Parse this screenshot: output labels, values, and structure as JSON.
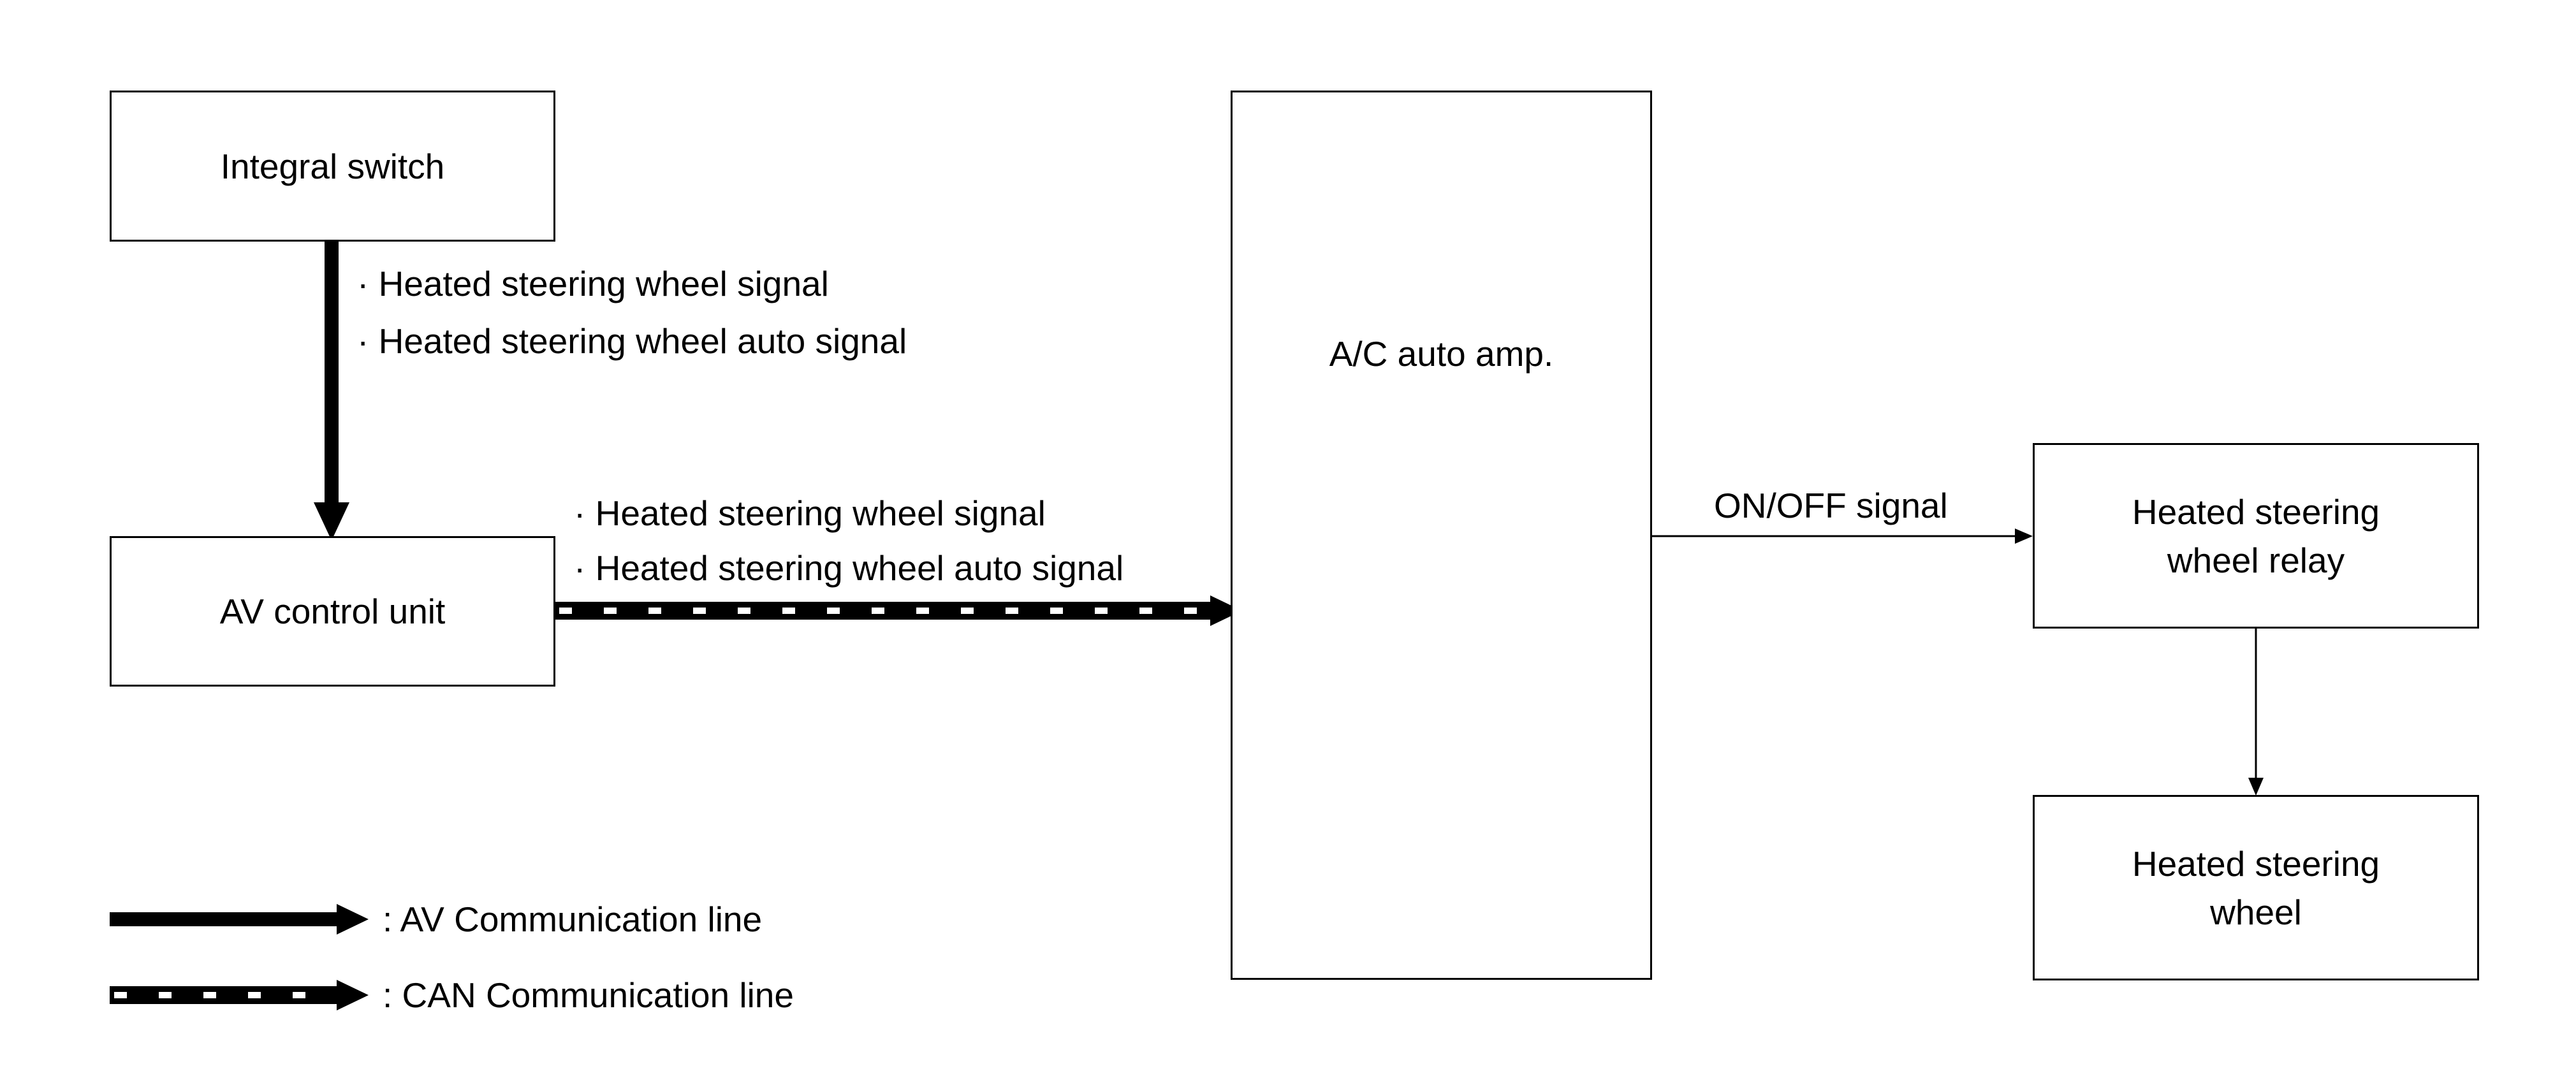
{
  "boxes": {
    "integral_switch": "Integral switch",
    "av_control_unit": "AV control unit",
    "ac_auto_amp": "A/C auto amp.",
    "heated_steering_wheel_relay": "Heated steering\nwheel relay",
    "heated_steering_wheel": "Heated steering\nwheel"
  },
  "signals": {
    "switch_to_av": [
      "· Heated steering wheel signal",
      "· Heated steering wheel auto signal"
    ],
    "av_to_ac": [
      "· Heated steering wheel signal",
      "· Heated steering wheel auto signal"
    ],
    "ac_to_relay": "ON/OFF signal"
  },
  "legend": {
    "av_line": ": AV Communication line",
    "can_line": ": CAN Communication line"
  }
}
